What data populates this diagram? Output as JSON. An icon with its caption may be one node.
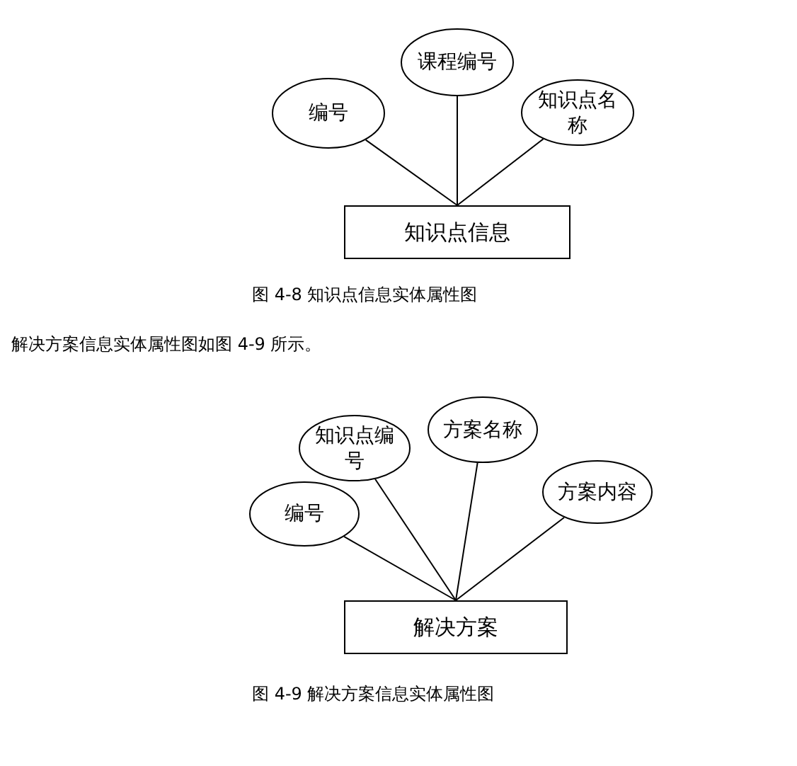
{
  "diagram": {
    "nodes": [
      {
        "text": [
          "编号"
        ]
      },
      {
        "text": [
          "课程编号"
        ]
      },
      {
        "text": [
          "知识点名称"
        ]
      },
      {
        "text": [
          "知识点信息"
        ]
      },
      {
        "text": [
          "知识点编号"
        ]
      },
      {
        "text": [
          "方案名称"
        ]
      },
      {
        "text": [
          "编号"
        ]
      },
      {
        "text": [
          "方案内容"
        ]
      },
      {
        "text": [
          "解决方案"
        ]
      }
    ],
    "edges": [
      {
        "from": 0,
        "to": 3,
        "arrow": "none"
      },
      {
        "from": 1,
        "to": 3,
        "arrow": "none"
      },
      {
        "from": 2,
        "to": 3,
        "arrow": "none"
      },
      {
        "from": 4,
        "to": 8,
        "arrow": "none"
      },
      {
        "from": 5,
        "to": 8,
        "arrow": "none"
      },
      {
        "from": 6,
        "to": 8,
        "arrow": "none"
      },
      {
        "from": 7,
        "to": 8,
        "arrow": "none"
      }
    ],
    "labels": [
      "图 4-8 知识点信息实体属性图",
      "解决方案信息实体属性图如图 4-9 所示。",
      "图 4-9 解决方案信息实体属性图"
    ]
  }
}
